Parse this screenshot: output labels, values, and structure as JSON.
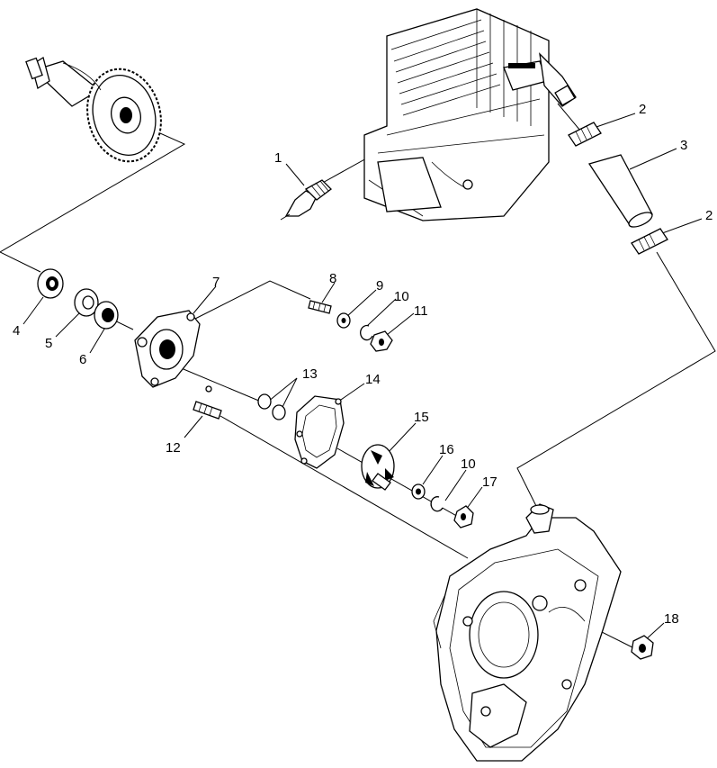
{
  "callouts": [
    {
      "id": "1",
      "text": "1"
    },
    {
      "id": "2a",
      "text": "2"
    },
    {
      "id": "3",
      "text": "3"
    },
    {
      "id": "2b",
      "text": "2"
    },
    {
      "id": "4",
      "text": "4"
    },
    {
      "id": "5",
      "text": "5"
    },
    {
      "id": "6",
      "text": "6"
    },
    {
      "id": "7",
      "text": "7"
    },
    {
      "id": "8",
      "text": "8"
    },
    {
      "id": "9",
      "text": "9"
    },
    {
      "id": "10a",
      "text": "10"
    },
    {
      "id": "11",
      "text": "11"
    },
    {
      "id": "13",
      "text": "13"
    },
    {
      "id": "14",
      "text": "14"
    },
    {
      "id": "12",
      "text": "12"
    },
    {
      "id": "15",
      "text": "15"
    },
    {
      "id": "16",
      "text": "16"
    },
    {
      "id": "10b",
      "text": "10"
    },
    {
      "id": "17",
      "text": "17"
    },
    {
      "id": "18",
      "text": "18"
    }
  ]
}
